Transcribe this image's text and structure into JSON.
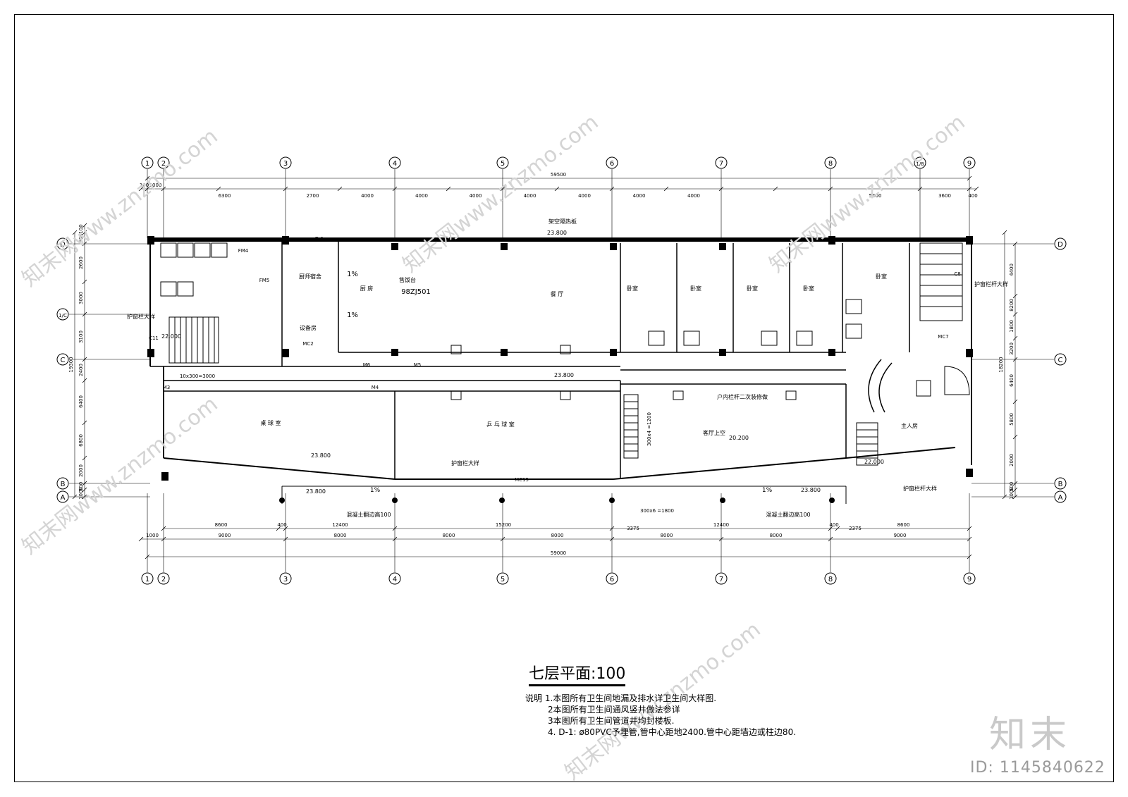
{
  "drawing": {
    "title": "七层平面:100",
    "notes": [
      "说明 1.本图所有卫生间地漏及排水详卫生间大样图.",
      "2本图所有卫生间通风竖井做法参详",
      "3本图所有卫生间管道井均封楼板.",
      "4. D-1: ø80PVC予埋管,管中心距地2400.管中心距墙边或柱边80."
    ]
  },
  "axes": {
    "top": [
      "1",
      "2",
      "3",
      "4",
      "5",
      "6",
      "7",
      "8",
      "1/8",
      "9"
    ],
    "bottom": [
      "1",
      "2",
      "3",
      "4",
      "5",
      "6",
      "7",
      "8",
      "9"
    ],
    "left": [
      "D",
      "1/C",
      "C",
      "B",
      "A"
    ],
    "right": [
      "D",
      "C",
      "B",
      "A"
    ]
  },
  "dimensions": {
    "overall_top": "59500",
    "overall_bottom": "59000",
    "top_spans": [
      "100",
      "1000",
      "6300",
      "2700",
      "4000",
      "4000",
      "4000",
      "4000",
      "4000",
      "4000",
      "4000",
      "5400",
      "3600",
      "400"
    ],
    "bottom_spans": [
      "1000",
      "9000",
      "8000",
      "8000",
      "8000",
      "8000",
      "8000",
      "9000"
    ],
    "bottom_inner": [
      "8600",
      "400",
      "12400",
      "15200",
      "12400",
      "400",
      "8600"
    ],
    "left_overall": "19300",
    "left_spans": [
      "100",
      "500",
      "2600",
      "3000",
      "3100",
      "2400",
      "6400",
      "6800",
      "2000",
      "500",
      "1000"
    ],
    "right_overall": "18200",
    "right_spans": [
      "4400",
      "8200",
      "1800",
      "3200",
      "6400",
      "5800",
      "2000",
      "500",
      "1000"
    ]
  },
  "rooms": {
    "kitchen": "厨 房",
    "dining": "餐 厅",
    "chef_dorm": "厨师宿舍",
    "equipment": "设备房",
    "bedroom": "卧室",
    "billiard": "桌 球 室",
    "pingpong": "乒 乓 球 室",
    "living_void": "客厅上空",
    "master": "主人房",
    "ventilated_floor": "架空隔热板",
    "rail_note": "户内栏杆二次装修做",
    "railing_detail": "护窗栏大样",
    "railing_detail2": "护窗栏杆大样",
    "concrete_sill": "混凝土翻边高100",
    "meal_counter": "售饭台",
    "meal_counter_ref": "98ZJ501"
  },
  "elevations": [
    "23.800",
    "22.000",
    "20.200",
    "22.000"
  ],
  "slopes": [
    "1%",
    "1%"
  ],
  "doors": [
    "M3",
    "M4",
    "M5",
    "M6",
    "FM5",
    "FM4",
    "MC2",
    "MC7",
    "MC15",
    "C8",
    "C11",
    "D-1"
  ],
  "stair_notes": [
    "10x300=3000",
    "300x6 =1800",
    "300x4 =1200",
    "3375",
    "2375"
  ],
  "watermark": {
    "logo": "知末",
    "id": "ID: 1145840622",
    "site": "知末网www.znzmo.com"
  }
}
